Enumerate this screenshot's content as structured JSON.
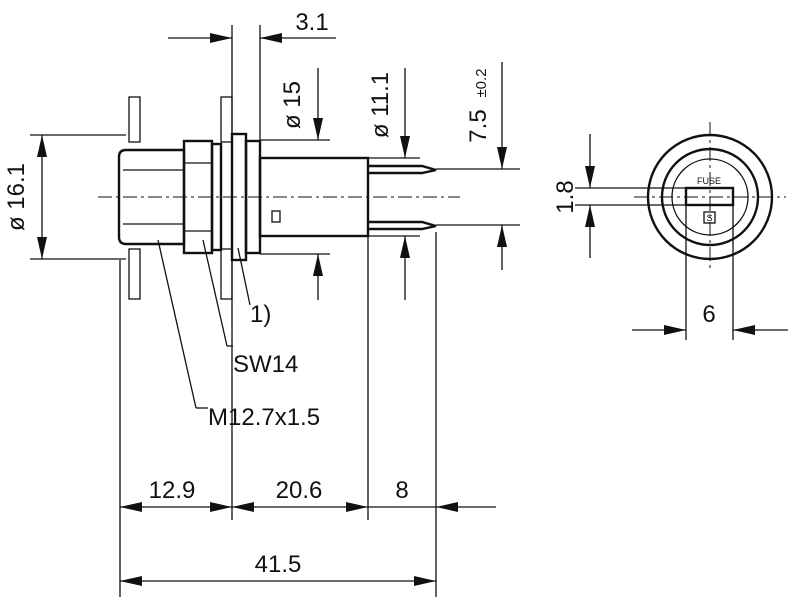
{
  "side_view": {
    "dim_panel_thickness": "3.1",
    "dim_dia_15": "ø 15",
    "dim_dia_11_1": "ø 11.1",
    "dim_pin_spacing": "7.5",
    "dim_pin_spacing_tol": "±0.2",
    "dim_dia_16_1": "ø 16.1",
    "label_note": "1)",
    "label_wrench": "SW14",
    "label_thread": "M12.7x1.5",
    "dim_front": "12.9",
    "dim_body": "20.6",
    "dim_pins": "8",
    "dim_total": "41.5"
  },
  "front_view": {
    "dim_slot": "1.8",
    "dim_width": "6",
    "cap_text": "FUSE",
    "symbol_text": "S"
  }
}
